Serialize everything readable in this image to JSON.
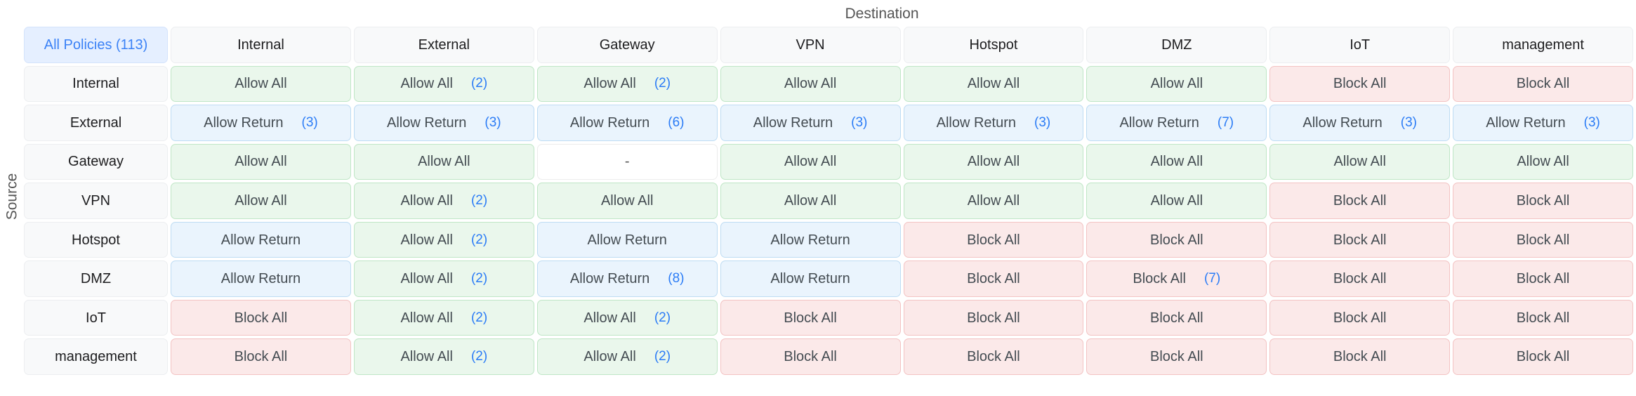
{
  "axes": {
    "destination_label": "Destination",
    "source_label": "Source"
  },
  "corner": {
    "label": "All Policies (113)",
    "total_policies": 113
  },
  "colors": {
    "allow_bg": "#eaf7ec",
    "allow_border": "#bfe6c6",
    "return_bg": "#eaf4fd",
    "return_border": "#bedcf3",
    "block_bg": "#fbe9e9",
    "block_border": "#f3c3c3",
    "accent": "#3b82f6",
    "header_bg": "#f8f9fa"
  },
  "destinations": [
    "Internal",
    "External",
    "Gateway",
    "VPN",
    "Hotspot",
    "DMZ",
    "IoT",
    "management"
  ],
  "sources": [
    "Internal",
    "External",
    "Gateway",
    "VPN",
    "Hotspot",
    "DMZ",
    "IoT",
    "management"
  ],
  "matrix": [
    {
      "source": "Internal",
      "cells": [
        {
          "label": "Allow All",
          "count": "",
          "kind": "allow"
        },
        {
          "label": "Allow All",
          "count": "(2)",
          "kind": "allow"
        },
        {
          "label": "Allow All",
          "count": "(2)",
          "kind": "allow"
        },
        {
          "label": "Allow All",
          "count": "",
          "kind": "allow"
        },
        {
          "label": "Allow All",
          "count": "",
          "kind": "allow"
        },
        {
          "label": "Allow All",
          "count": "",
          "kind": "allow"
        },
        {
          "label": "Block All",
          "count": "",
          "kind": "block"
        },
        {
          "label": "Block All",
          "count": "",
          "kind": "block"
        }
      ]
    },
    {
      "source": "External",
      "cells": [
        {
          "label": "Allow Return",
          "count": "(3)",
          "kind": "ret"
        },
        {
          "label": "Allow Return",
          "count": "(3)",
          "kind": "ret"
        },
        {
          "label": "Allow Return",
          "count": "(6)",
          "kind": "ret"
        },
        {
          "label": "Allow Return",
          "count": "(3)",
          "kind": "ret"
        },
        {
          "label": "Allow Return",
          "count": "(3)",
          "kind": "ret"
        },
        {
          "label": "Allow Return",
          "count": "(7)",
          "kind": "ret"
        },
        {
          "label": "Allow Return",
          "count": "(3)",
          "kind": "ret"
        },
        {
          "label": "Allow Return",
          "count": "(3)",
          "kind": "ret"
        }
      ]
    },
    {
      "source": "Gateway",
      "cells": [
        {
          "label": "Allow All",
          "count": "",
          "kind": "allow"
        },
        {
          "label": "Allow All",
          "count": "",
          "kind": "allow"
        },
        {
          "label": "-",
          "count": "",
          "kind": "none"
        },
        {
          "label": "Allow All",
          "count": "",
          "kind": "allow"
        },
        {
          "label": "Allow All",
          "count": "",
          "kind": "allow"
        },
        {
          "label": "Allow All",
          "count": "",
          "kind": "allow"
        },
        {
          "label": "Allow All",
          "count": "",
          "kind": "allow"
        },
        {
          "label": "Allow All",
          "count": "",
          "kind": "allow"
        }
      ]
    },
    {
      "source": "VPN",
      "cells": [
        {
          "label": "Allow All",
          "count": "",
          "kind": "allow"
        },
        {
          "label": "Allow All",
          "count": "(2)",
          "kind": "allow"
        },
        {
          "label": "Allow All",
          "count": "",
          "kind": "allow"
        },
        {
          "label": "Allow All",
          "count": "",
          "kind": "allow"
        },
        {
          "label": "Allow All",
          "count": "",
          "kind": "allow"
        },
        {
          "label": "Allow All",
          "count": "",
          "kind": "allow"
        },
        {
          "label": "Block All",
          "count": "",
          "kind": "block"
        },
        {
          "label": "Block All",
          "count": "",
          "kind": "block"
        }
      ]
    },
    {
      "source": "Hotspot",
      "cells": [
        {
          "label": "Allow Return",
          "count": "",
          "kind": "ret"
        },
        {
          "label": "Allow All",
          "count": "(2)",
          "kind": "allow"
        },
        {
          "label": "Allow Return",
          "count": "",
          "kind": "ret"
        },
        {
          "label": "Allow Return",
          "count": "",
          "kind": "ret"
        },
        {
          "label": "Block All",
          "count": "",
          "kind": "block"
        },
        {
          "label": "Block All",
          "count": "",
          "kind": "block"
        },
        {
          "label": "Block All",
          "count": "",
          "kind": "block"
        },
        {
          "label": "Block All",
          "count": "",
          "kind": "block"
        }
      ]
    },
    {
      "source": "DMZ",
      "cells": [
        {
          "label": "Allow Return",
          "count": "",
          "kind": "ret"
        },
        {
          "label": "Allow All",
          "count": "(2)",
          "kind": "allow"
        },
        {
          "label": "Allow Return",
          "count": "(8)",
          "kind": "ret"
        },
        {
          "label": "Allow Return",
          "count": "",
          "kind": "ret"
        },
        {
          "label": "Block All",
          "count": "",
          "kind": "block"
        },
        {
          "label": "Block All",
          "count": "(7)",
          "kind": "block"
        },
        {
          "label": "Block All",
          "count": "",
          "kind": "block"
        },
        {
          "label": "Block All",
          "count": "",
          "kind": "block"
        }
      ]
    },
    {
      "source": "IoT",
      "cells": [
        {
          "label": "Block All",
          "count": "",
          "kind": "block"
        },
        {
          "label": "Allow All",
          "count": "(2)",
          "kind": "allow"
        },
        {
          "label": "Allow All",
          "count": "(2)",
          "kind": "allow"
        },
        {
          "label": "Block All",
          "count": "",
          "kind": "block"
        },
        {
          "label": "Block All",
          "count": "",
          "kind": "block"
        },
        {
          "label": "Block All",
          "count": "",
          "kind": "block"
        },
        {
          "label": "Block All",
          "count": "",
          "kind": "block"
        },
        {
          "label": "Block All",
          "count": "",
          "kind": "block"
        }
      ]
    },
    {
      "source": "management",
      "cells": [
        {
          "label": "Block All",
          "count": "",
          "kind": "block"
        },
        {
          "label": "Allow All",
          "count": "(2)",
          "kind": "allow"
        },
        {
          "label": "Allow All",
          "count": "(2)",
          "kind": "allow"
        },
        {
          "label": "Block All",
          "count": "",
          "kind": "block"
        },
        {
          "label": "Block All",
          "count": "",
          "kind": "block"
        },
        {
          "label": "Block All",
          "count": "",
          "kind": "block"
        },
        {
          "label": "Block All",
          "count": "",
          "kind": "block"
        },
        {
          "label": "Block All",
          "count": "",
          "kind": "block"
        }
      ]
    }
  ]
}
